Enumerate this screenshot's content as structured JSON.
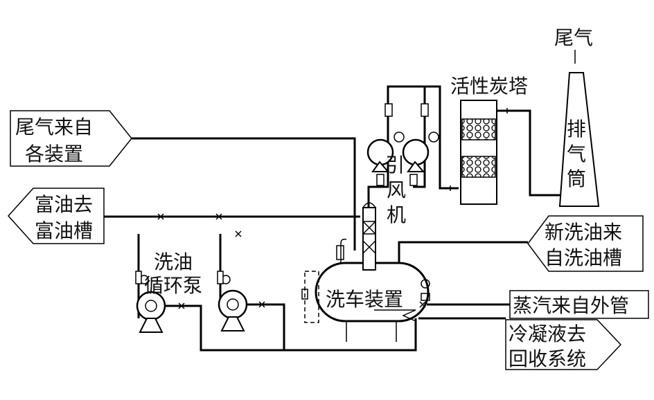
{
  "labels": {
    "exhaust_in_1": "尾气来自",
    "exhaust_in_2": "各装置",
    "rich_oil_1": "富油去",
    "rich_oil_2": "富油槽",
    "pump_1": "洗油",
    "pump_2": "循环泵",
    "fan_1": "引",
    "fan_2": "风",
    "fan_3": "机",
    "carbon_tower": "活性炭塔",
    "tail_gas": "尾气",
    "stack_1": "排",
    "stack_2": "气",
    "stack_3": "筒",
    "new_oil_1": "新洗油来",
    "new_oil_2": "自洗油槽",
    "washer": "洗车装置",
    "steam": "蒸汽来自外管",
    "condensate_1": "冷凝液去",
    "condensate_2": "回收系统"
  }
}
